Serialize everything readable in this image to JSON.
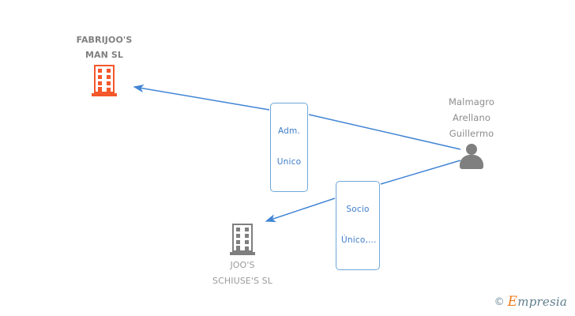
{
  "diagram": {
    "title": "Corporate relationship graph",
    "background_color": "#ffffff",
    "edge_color": "#4285d4",
    "company_primary_color": "#f4572a",
    "company_secondary_color": "#7f7f7f",
    "person_color": "#7f7f7f",
    "label_border_color": "#6fa8dc",
    "label_text_color": "#3d7cc9"
  },
  "nodes": {
    "company_primary": {
      "name_line_1": "FABRIJOO'S",
      "name_line_2": "MAN SL",
      "icon": "building-icon",
      "type": "company"
    },
    "company_secondary": {
      "name_line_1": "JOO'S",
      "name_line_2": "SCHIUSE'S SL",
      "icon": "building-icon",
      "type": "company"
    },
    "person": {
      "name_line_1": "Malmagro",
      "name_line_2": "Arellano",
      "name_line_3": "Guillermo",
      "icon": "person-icon",
      "type": "person"
    }
  },
  "edges": [
    {
      "id": "adm-unico",
      "label_line_1": "Adm.",
      "label_line_2": "Unico",
      "from": "person",
      "to": "company_primary"
    },
    {
      "id": "socio-unico",
      "label_line_1": "Socio",
      "label_line_2": "Único,...",
      "from": "person",
      "to": "company_secondary"
    }
  ],
  "watermark": {
    "copyright": "©",
    "brand_initial": "E",
    "brand_rest": "mpresia"
  }
}
